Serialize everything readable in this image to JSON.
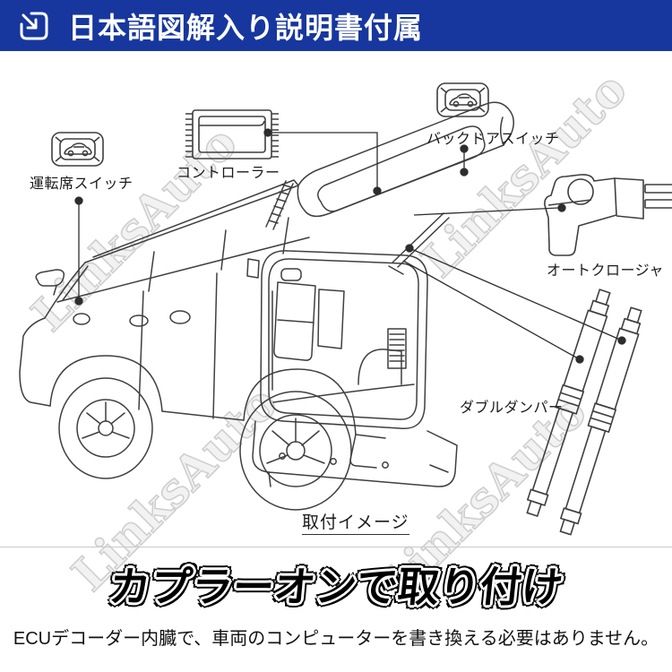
{
  "header": {
    "title": "日本語図解入り説明書付属",
    "icon": "import-arrow-icon",
    "colors": {
      "background": "#17379e",
      "text": "#ffffff"
    }
  },
  "diagram": {
    "watermark": "LinksAuto",
    "caption": "取付イメージ",
    "labels": {
      "driver_switch": "運転席スイッチ",
      "controller": "コントローラー",
      "backdoor_switch": "バックドアスイッチ",
      "auto_closer": "オートクロージャ",
      "double_damper": "ダブルダンパー"
    },
    "line_color": "#3f3f3f"
  },
  "footer": {
    "headline": "カプラーオンで取り付け",
    "description": "ECUデコーダー内臓で、車両のコンピューターを書き換える必要はありません。"
  }
}
